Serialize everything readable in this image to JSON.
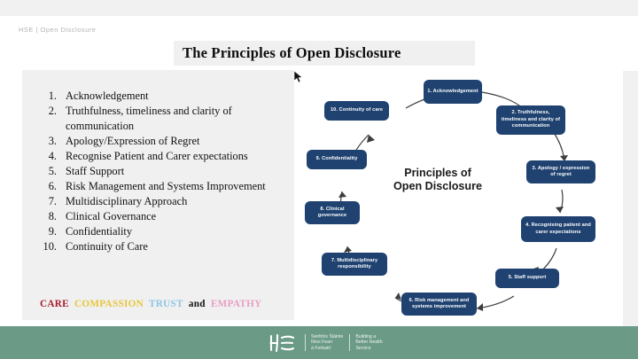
{
  "breadcrumb": "HSE | Open Disclosure",
  "title": "The Principles of  Open Disclosure",
  "principles": [
    {
      "num": "1.",
      "label": "Acknowledgement"
    },
    {
      "num": "2.",
      "label": "Truthfulness, timeliness and clarity of communication"
    },
    {
      "num": "3.",
      "label": "Apology/Expression of Regret"
    },
    {
      "num": "4.",
      "label": "Recognise Patient and Carer expectations"
    },
    {
      "num": "5.",
      "label": "Staff Support"
    },
    {
      "num": "6.",
      "label": "Risk Management and Systems Improvement"
    },
    {
      "num": "7.",
      "label": "Multidisciplinary Approach"
    },
    {
      "num": "8.",
      "label": "Clinical Governance"
    },
    {
      "num": "9.",
      "label": "Confidentiality"
    },
    {
      "num": "10.",
      "label": "Continuity of Care"
    }
  ],
  "tagline": {
    "care": "CARE",
    "compassion": "COMPASSION",
    "trust": "TRUST",
    "and": "and",
    "empathy": "EMPATHY",
    "colors": {
      "care": "#a61c2e",
      "compassion": "#e8c63a",
      "trust": "#8ec4e6",
      "and": "#111111",
      "empathy": "#e79ec4"
    }
  },
  "diagram": {
    "center_line1": "Principles of",
    "center_line2": "Open Disclosure",
    "node_color": "#1f4271",
    "node_text_color": "#ffffff",
    "nodes": [
      {
        "text": "1. Acknowledgement"
      },
      {
        "text": "2. Truthfulness, timeliness and clarity of communication"
      },
      {
        "text": "3. Apology / expression of regret"
      },
      {
        "text": "4. Recognising patient and carer expectations"
      },
      {
        "text": "5. Staff support"
      },
      {
        "text": "6. Risk management and systems improvement"
      },
      {
        "text": "7. Multidisciplinary responsibility"
      },
      {
        "text": "8. Clinical governance"
      },
      {
        "text": "9. Confidentiality"
      },
      {
        "text": "10. Continuity of care"
      }
    ]
  },
  "footer": {
    "logo_text": "HSE",
    "irish_line1": "Seirbhís Sláinte",
    "irish_line2": "Níos Fearr",
    "irish_line3": "á Forbairt",
    "english_line1": "Building a",
    "english_line2": "Better Health",
    "english_line3": "Service",
    "band_color": "#6b9a87"
  }
}
